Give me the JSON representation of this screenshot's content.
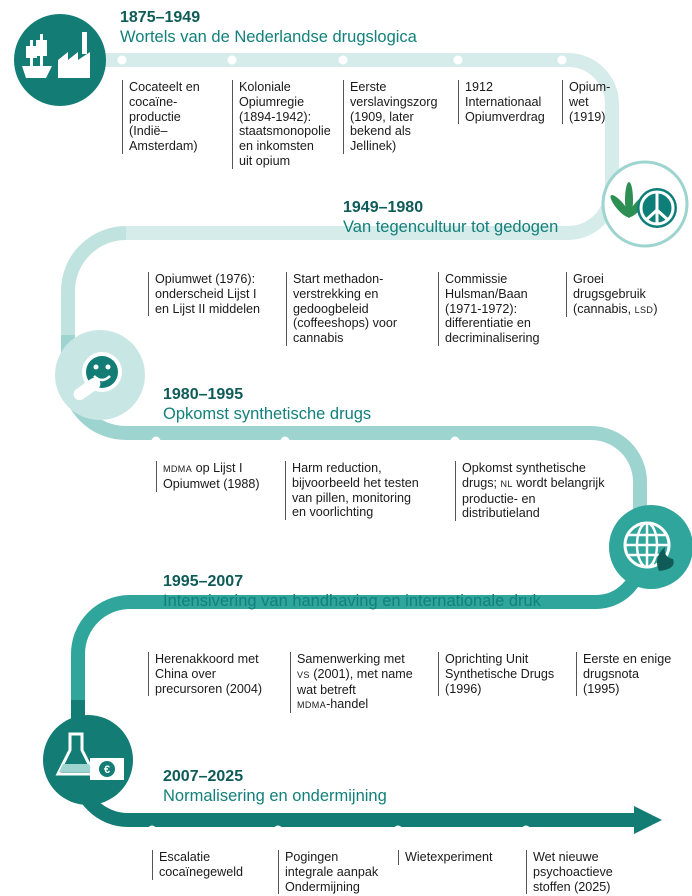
{
  "colors": {
    "band1": "#d6ecea",
    "band2": "#c1e3e0",
    "band3": "#9ed4cf",
    "band4": "#2fa59b",
    "band5": "#137d75",
    "heading": "#0e5b58",
    "subheading": "#13807b"
  },
  "eras": [
    {
      "years": "1875–1949",
      "title": "Wortels van de Nederlandse drugslogica",
      "icon": "ship-factory-icon",
      "events": [
        {
          "lines": [
            "Cocateelt en",
            "cocaïne-",
            "productie",
            "(Indië–",
            "Amsterdam)"
          ]
        },
        {
          "lines": [
            "Koloniale",
            "Opiumregie",
            "(1894-1942):",
            "staatsmonopolie",
            "en inkomsten",
            "uit opium"
          ]
        },
        {
          "lines": [
            "Eerste",
            "verslavingszorg",
            "(1909, later",
            "bekend als",
            "Jellinek)"
          ]
        },
        {
          "lines": [
            "1912",
            "Internationaal",
            "Opiumverdrag"
          ]
        },
        {
          "lines": [
            "Opium-",
            "wet",
            "(1919)"
          ]
        }
      ]
    },
    {
      "years": "1949–1980",
      "title": "Van tegencultuur tot gedogen",
      "icon": "cannabis-peace-icon",
      "events": [
        {
          "lines": [
            "Opiumwet (1976):",
            "onderscheid Lijst I",
            "en Lijst II middelen"
          ]
        },
        {
          "lines": [
            "Start methadon-",
            "verstrekking en",
            "gedoogbeleid",
            "(coffeeshops) voor",
            "cannabis"
          ]
        },
        {
          "lines": [
            "Commissie",
            "Hulsman/Baan",
            "(1971-1972):",
            "differentiatie en",
            "decriminalisering"
          ]
        },
        {
          "lines": [
            "Groei",
            "drugsgebruik",
            "(cannabis, LSD)"
          ]
        }
      ]
    },
    {
      "years": "1980–1995",
      "title": "Opkomst synthetische drugs",
      "icon": "smiley-pill-icon",
      "events": [
        {
          "lines": [
            "MDMA op Lijst I",
            "Opiumwet (1988)"
          ]
        },
        {
          "lines": [
            "Harm reduction,",
            "bijvoorbeeld het testen",
            "van pillen, monitoring",
            "en voorlichting"
          ]
        },
        {
          "lines": [
            "Opkomst synthetische",
            "drugs; NL wordt belangrijk",
            "productie- en",
            "distributieland"
          ]
        }
      ]
    },
    {
      "years": "1995–2007",
      "title": "Intensivering van handhaving en internationale druk",
      "icon": "globe-police-icon",
      "events": [
        {
          "lines": [
            "Herenakkoord met",
            "China over",
            "precursoren (2004)"
          ]
        },
        {
          "lines": [
            "Samenwerking met",
            "VS (2001), met name",
            "wat betreft",
            "MDMA-handel"
          ]
        },
        {
          "lines": [
            "Oprichting Unit",
            "Synthetische Drugs",
            "(1996)"
          ]
        },
        {
          "lines": [
            "Eerste en enige",
            "drugsnota",
            "(1995)"
          ]
        }
      ]
    },
    {
      "years": "2007–2025",
      "title": "Normalisering en ondermijning",
      "icon": "flask-euro-icon",
      "events": [
        {
          "lines": [
            "Escalatie",
            "cocaïnegeweld"
          ]
        },
        {
          "lines": [
            "Pogingen",
            "integrale aanpak",
            "Ondermijning"
          ]
        },
        {
          "lines": [
            "Wietexperiment"
          ]
        },
        {
          "lines": [
            "Wet nieuwe",
            "psychoactieve",
            "stoffen (2025)"
          ]
        }
      ]
    }
  ]
}
